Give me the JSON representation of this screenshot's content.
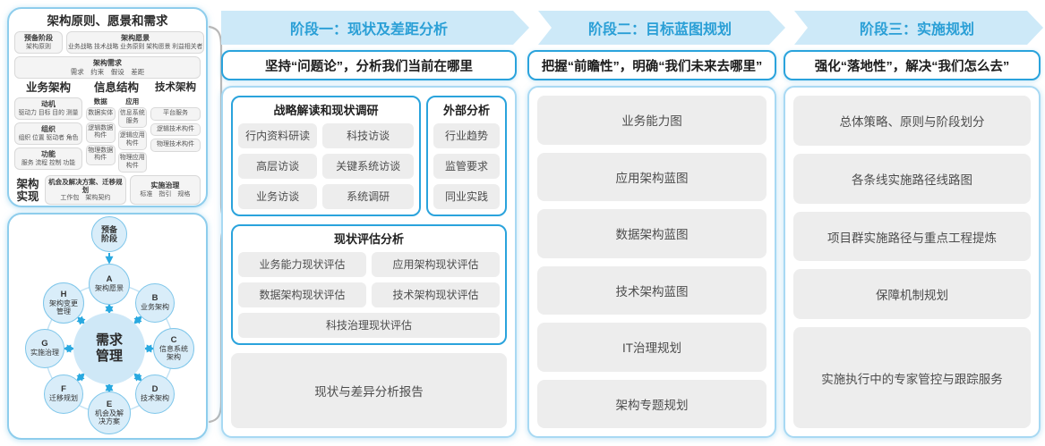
{
  "colors": {
    "accent_blue": "#2aa3dc",
    "band_fill": "#cde9f8",
    "band_text": "#2a9fd6",
    "panel_border": "#8ecdec",
    "gray_box": "#ededed",
    "circle_fill": "#d9edf9",
    "circle_border": "#7ec6ea",
    "arrow_blue": "#29a9e0",
    "brace_gray": "#b8b8b8"
  },
  "left": {
    "principles_panel": {
      "title": "架构原则、愿景和需求",
      "prep_box": {
        "title": "预备阶段",
        "sub": "架构原则"
      },
      "vision_box": {
        "title": "架构愿景",
        "sub": "业务战略 技术战略 业务原则 架构愿景 利益相关者"
      },
      "req_box": {
        "title": "架构需求",
        "sub": "需求　约束　假设　差距"
      },
      "business": {
        "title": "业务架构",
        "items": [
          {
            "title": "动机",
            "sub": "驱动力 目标 目的 测量"
          },
          {
            "title": "组织",
            "sub": "组织 位置 驱动者 角色"
          },
          {
            "title": "功能",
            "sub": "服务 流程 控制 功能"
          }
        ]
      },
      "information": {
        "title": "信息结构",
        "data_col": {
          "title": "数据",
          "items": [
            "数据实体",
            "逻辑数据构件",
            "物理数据构件"
          ]
        },
        "app_col": {
          "title": "应用",
          "items": [
            "信息系统服务",
            "逻辑应用构件",
            "物理应用构件"
          ]
        }
      },
      "technology": {
        "title": "技术架构",
        "items": [
          "平台服务",
          "逻辑技术构件",
          "物理技术构件"
        ]
      },
      "implementation": {
        "title": "架构实现",
        "boxes": [
          {
            "title": "机会及解决方案、迁移规划",
            "sub": "工作包　架构契约"
          },
          {
            "title": "实施治理",
            "sub": "标准　指引　规格"
          }
        ]
      }
    },
    "adm_panel": {
      "prep": "预备阶段",
      "center": "需求管理",
      "nodes": [
        {
          "letter": "A",
          "label": "架构愿景"
        },
        {
          "letter": "B",
          "label": "业务架构"
        },
        {
          "letter": "C",
          "label": "信息系统架构"
        },
        {
          "letter": "D",
          "label": "技术架构"
        },
        {
          "letter": "E",
          "label": "机会及解决方案"
        },
        {
          "letter": "F",
          "label": "迁移规划"
        },
        {
          "letter": "G",
          "label": "实施治理"
        },
        {
          "letter": "H",
          "label": "架构变更管理"
        }
      ]
    }
  },
  "phases": [
    {
      "header": "阶段一：现状及差距分析",
      "banner": "坚持“问题论”，分析我们当前在哪里",
      "groups": {
        "research": {
          "title": "战略解读和现状调研",
          "items": [
            "行内资料研读",
            "科技访谈",
            "高层访谈",
            "关键系统访谈",
            "业务访谈",
            "系统调研"
          ]
        },
        "external": {
          "title": "外部分析",
          "items": [
            "行业趋势",
            "监管要求",
            "同业实践"
          ]
        },
        "assessment": {
          "title": "现状评估分析",
          "items": [
            "业务能力现状评估",
            "应用架构现状评估",
            "数据架构现状评估",
            "技术架构现状评估",
            "科技治理现状评估"
          ]
        },
        "report": "现状与差异分析报告"
      }
    },
    {
      "header": "阶段二：目标蓝图规划",
      "banner": "把握“前瞻性”，明确“我们未来去哪里”",
      "items": [
        "业务能力图",
        "应用架构蓝图",
        "数据架构蓝图",
        "技术架构蓝图",
        "IT治理规划",
        "架构专题规划"
      ]
    },
    {
      "header": "阶段三：实施规划",
      "banner": "强化“落地性”，解决“我们怎么去”",
      "items": [
        "总体策略、原则与阶段划分",
        "各条线实施路径线路图",
        "项目群实施路径与重点工程提炼",
        "保障机制规划",
        "实施执行中的专家管控与跟踪服务"
      ]
    }
  ]
}
